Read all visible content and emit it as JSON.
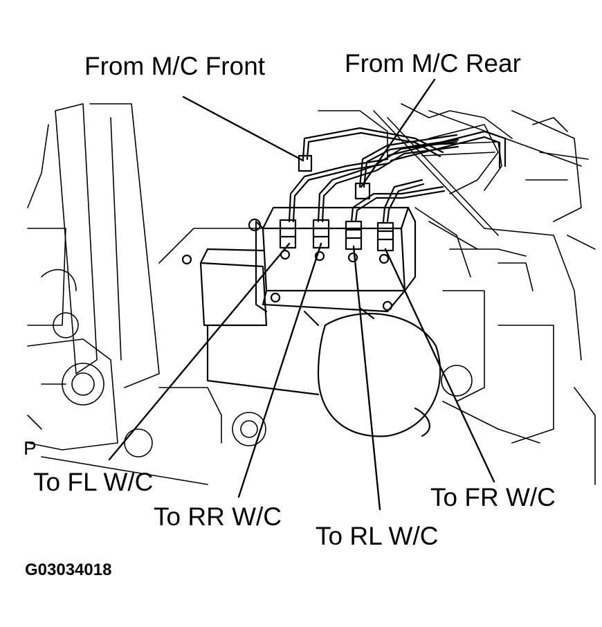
{
  "labels": {
    "from_mc_front": "From M/C Front",
    "from_mc_rear": "From M/C Rear",
    "to_fl": "To FL W/C",
    "to_rr": "To RR W/C",
    "to_rl": "To RL W/C",
    "to_fr": "To FR W/C",
    "corner_mark": "P",
    "figure_id": "G03034018"
  }
}
